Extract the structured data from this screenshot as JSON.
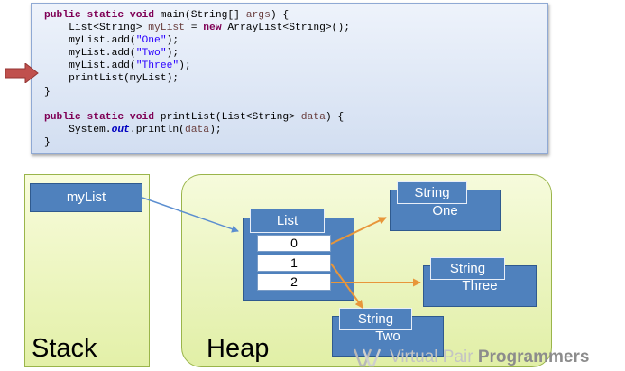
{
  "code": {
    "lines": [
      [
        {
          "t": "kw",
          "s": "public static void"
        },
        {
          "t": "plain",
          "s": " main(String[] "
        },
        {
          "t": "var",
          "s": "args"
        },
        {
          "t": "plain",
          "s": ") {"
        }
      ],
      [
        {
          "t": "plain",
          "s": "    List<String> "
        },
        {
          "t": "var",
          "s": "myList"
        },
        {
          "t": "plain",
          "s": " = "
        },
        {
          "t": "kw",
          "s": "new"
        },
        {
          "t": "plain",
          "s": " ArrayList<String>();"
        }
      ],
      [
        {
          "t": "plain",
          "s": "    myList.add("
        },
        {
          "t": "str",
          "s": "\"One\""
        },
        {
          "t": "plain",
          "s": ");"
        }
      ],
      [
        {
          "t": "plain",
          "s": "    myList.add("
        },
        {
          "t": "str",
          "s": "\"Two\""
        },
        {
          "t": "plain",
          "s": ");"
        }
      ],
      [
        {
          "t": "plain",
          "s": "    myList.add("
        },
        {
          "t": "str",
          "s": "\"Three\""
        },
        {
          "t": "plain",
          "s": ");"
        }
      ],
      [
        {
          "t": "plain",
          "s": "    printList(myList);"
        }
      ],
      [
        {
          "t": "plain",
          "s": "}"
        }
      ],
      [
        {
          "t": "plain",
          "s": ""
        }
      ],
      [
        {
          "t": "kw",
          "s": "public static void"
        },
        {
          "t": "plain",
          "s": " printList(List<String> "
        },
        {
          "t": "var",
          "s": "data"
        },
        {
          "t": "plain",
          "s": ") {"
        }
      ],
      [
        {
          "t": "plain",
          "s": "    System."
        },
        {
          "t": "field",
          "s": "out"
        },
        {
          "t": "plain",
          "s": ".println("
        },
        {
          "t": "var",
          "s": "data"
        },
        {
          "t": "plain",
          "s": ");"
        }
      ],
      [
        {
          "t": "plain",
          "s": "}"
        }
      ]
    ],
    "current_line_marker": "right-arrow"
  },
  "stack": {
    "label": "Stack",
    "variable": "myList"
  },
  "heap": {
    "label": "Heap",
    "list_object": {
      "type_label": "List",
      "indices": [
        "0",
        "1",
        "2"
      ]
    },
    "strings": [
      {
        "type_label": "String",
        "value": "One"
      },
      {
        "type_label": "String",
        "value": "Three"
      },
      {
        "type_label": "String",
        "value": "Two"
      }
    ]
  },
  "watermark": {
    "part1": "Virtual Pair ",
    "part2": "Programmers"
  },
  "colors": {
    "object_fill": "#4f81bd",
    "pointer_blue": "#5b8ed0",
    "pointer_orange": "#e8963a",
    "exec_arrow": "#c0504d",
    "area_fill": "#eaf4b8"
  }
}
